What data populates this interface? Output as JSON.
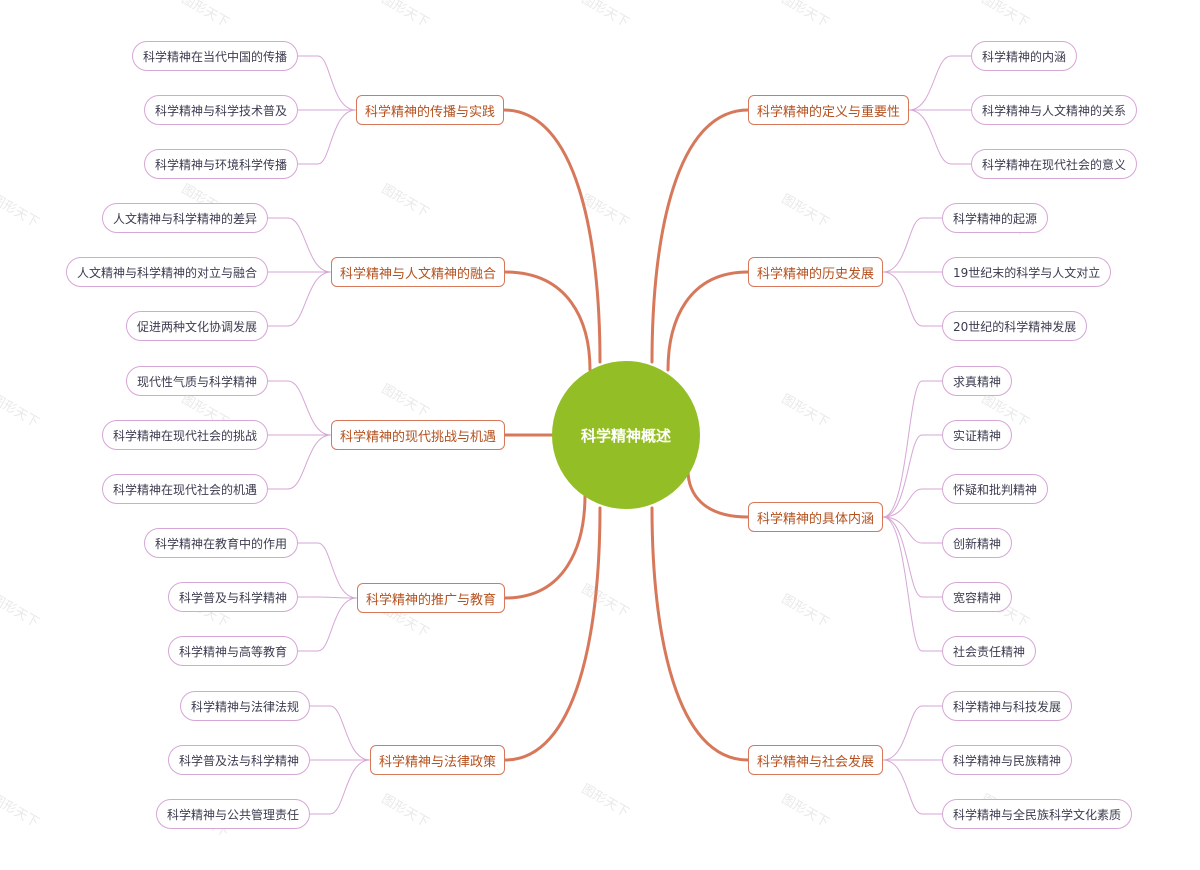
{
  "root": "科学精神概述",
  "watermark": "图形天下",
  "colors": {
    "root_fill": "#94BE26",
    "branch_line": "#D7785A",
    "leaf_line": "#D6A6D6",
    "branch_text": "#B4501E"
  },
  "branches": [
    {
      "id": "b1",
      "label": "科学精神的传播与实践",
      "side": "left",
      "leaves": [
        "科学精神在当代中国的传播",
        "科学精神与科学技术普及",
        "科学精神与环境科学传播"
      ]
    },
    {
      "id": "b2",
      "label": "科学精神与人文精神的融合",
      "side": "left",
      "leaves": [
        "人文精神与科学精神的差异",
        "人文精神与科学精神的对立与融合",
        "促进两种文化协调发展"
      ]
    },
    {
      "id": "b3",
      "label": "科学精神的现代挑战与机遇",
      "side": "left",
      "leaves": [
        "现代性气质与科学精神",
        "科学精神在现代社会的挑战",
        "科学精神在现代社会的机遇"
      ]
    },
    {
      "id": "b4",
      "label": "科学精神的推广与教育",
      "side": "left",
      "leaves": [
        "科学精神在教育中的作用",
        "科学普及与科学精神",
        "科学精神与高等教育"
      ]
    },
    {
      "id": "b5",
      "label": "科学精神与法律政策",
      "side": "left",
      "leaves": [
        "科学精神与法律法规",
        "科学普及法与科学精神",
        "科学精神与公共管理责任"
      ]
    },
    {
      "id": "b6",
      "label": "科学精神的定义与重要性",
      "side": "right",
      "leaves": [
        "科学精神的内涵",
        "科学精神与人文精神的关系",
        "科学精神在现代社会的意义"
      ]
    },
    {
      "id": "b7",
      "label": "科学精神的历史发展",
      "side": "right",
      "leaves": [
        "科学精神的起源",
        "19世纪末的科学与人文对立",
        "20世纪的科学精神发展"
      ]
    },
    {
      "id": "b8",
      "label": "科学精神的具体内涵",
      "side": "right",
      "leaves": [
        "求真精神",
        "实证精神",
        "怀疑和批判精神",
        "创新精神",
        "宽容精神",
        "社会责任精神"
      ]
    },
    {
      "id": "b9",
      "label": "科学精神与社会发展",
      "side": "right",
      "leaves": [
        "科学精神与科技发展",
        "科学精神与民族精神",
        "科学精神与全民族科学文化素质"
      ]
    }
  ]
}
